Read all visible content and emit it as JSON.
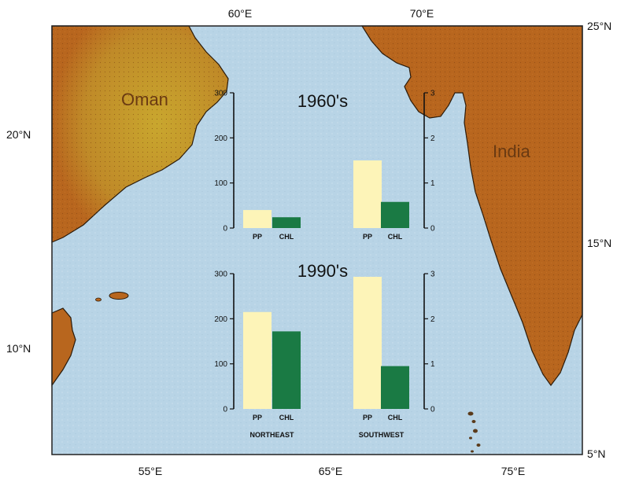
{
  "map": {
    "lon_labels_top": [
      "60°E",
      "70°E"
    ],
    "lon_labels_bottom": [
      "55°E",
      "65°E",
      "75°E"
    ],
    "lat_labels_left": [
      "20°N",
      "10°N"
    ],
    "lat_labels_right": [
      "25°N",
      "15°N",
      "5°N"
    ],
    "place_labels": {
      "oman": "Oman",
      "india": "India"
    },
    "colors": {
      "ocean": "#b8d4e6",
      "land": "#b8661e",
      "land_highlight": "#c8a22a",
      "coast": "#2a1a0a"
    }
  },
  "chart_data": [
    {
      "type": "bar",
      "title": "1960's",
      "panel": "northeast",
      "categories": [
        "PP",
        "CHL"
      ],
      "values": [
        40,
        24
      ],
      "ylim": [
        0,
        300
      ],
      "yticks": [
        0,
        100,
        200,
        300
      ],
      "colors": [
        "#fdf4b8",
        "#1a7a44"
      ]
    },
    {
      "type": "bar",
      "title": "",
      "panel": "southwest",
      "categories": [
        "PP",
        "CHL"
      ],
      "values": [
        1.5,
        0.58
      ],
      "ylim": [
        0,
        3
      ],
      "yticks": [
        0,
        1,
        2,
        3
      ],
      "colors": [
        "#fdf4b8",
        "#1a7a44"
      ]
    },
    {
      "type": "bar",
      "title": "1990's",
      "panel": "northeast",
      "categories": [
        "PP",
        "CHL"
      ],
      "values": [
        215,
        172
      ],
      "ylim": [
        0,
        300
      ],
      "yticks": [
        0,
        100,
        200,
        300
      ],
      "xlabel": "NORTHEAST",
      "colors": [
        "#fdf4b8",
        "#1a7a44"
      ]
    },
    {
      "type": "bar",
      "title": "",
      "panel": "southwest",
      "categories": [
        "PP",
        "CHL"
      ],
      "values": [
        2.93,
        0.95
      ],
      "ylim": [
        0,
        3
      ],
      "yticks": [
        0,
        1,
        2,
        3
      ],
      "xlabel": "SOUTHWEST",
      "colors": [
        "#fdf4b8",
        "#1a7a44"
      ]
    }
  ]
}
